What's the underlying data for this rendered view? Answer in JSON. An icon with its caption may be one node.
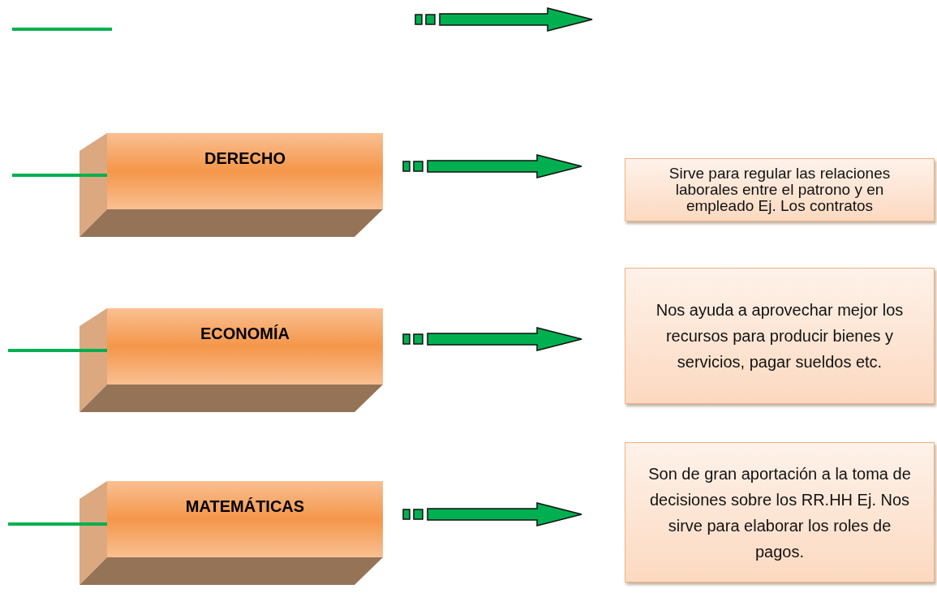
{
  "diagram": {
    "nodes": [
      {
        "text": [
          "DERECHO"
        ]
      },
      {
        "text": [
          "Sirve para regular las relaciones laborales entre el patrono y en empleado  Ej. Los contratos"
        ]
      },
      {
        "text": [
          "ECONOMÍA"
        ]
      },
      {
        "text": [
          "Nos ayuda a aprovechar mejor los recursos para producir bienes y servicios, pagar sueldos etc."
        ]
      },
      {
        "text": [
          "MATEMÁTICAS"
        ]
      },
      {
        "text": [
          "Son de gran aportación a la toma de decisiones sobre los RR.HH Ej. Nos sirve para elaborar los roles de pagos."
        ]
      }
    ],
    "edges": [
      {
        "from": null,
        "to": 0,
        "arrow": "none"
      },
      {
        "from": 0,
        "to": 1,
        "arrow": "to"
      },
      {
        "from": null,
        "to": 2,
        "arrow": "none"
      },
      {
        "from": 2,
        "to": 3,
        "arrow": "to"
      },
      {
        "from": null,
        "to": 4,
        "arrow": "none"
      },
      {
        "from": 4,
        "to": 5,
        "arrow": "to"
      }
    ]
  }
}
